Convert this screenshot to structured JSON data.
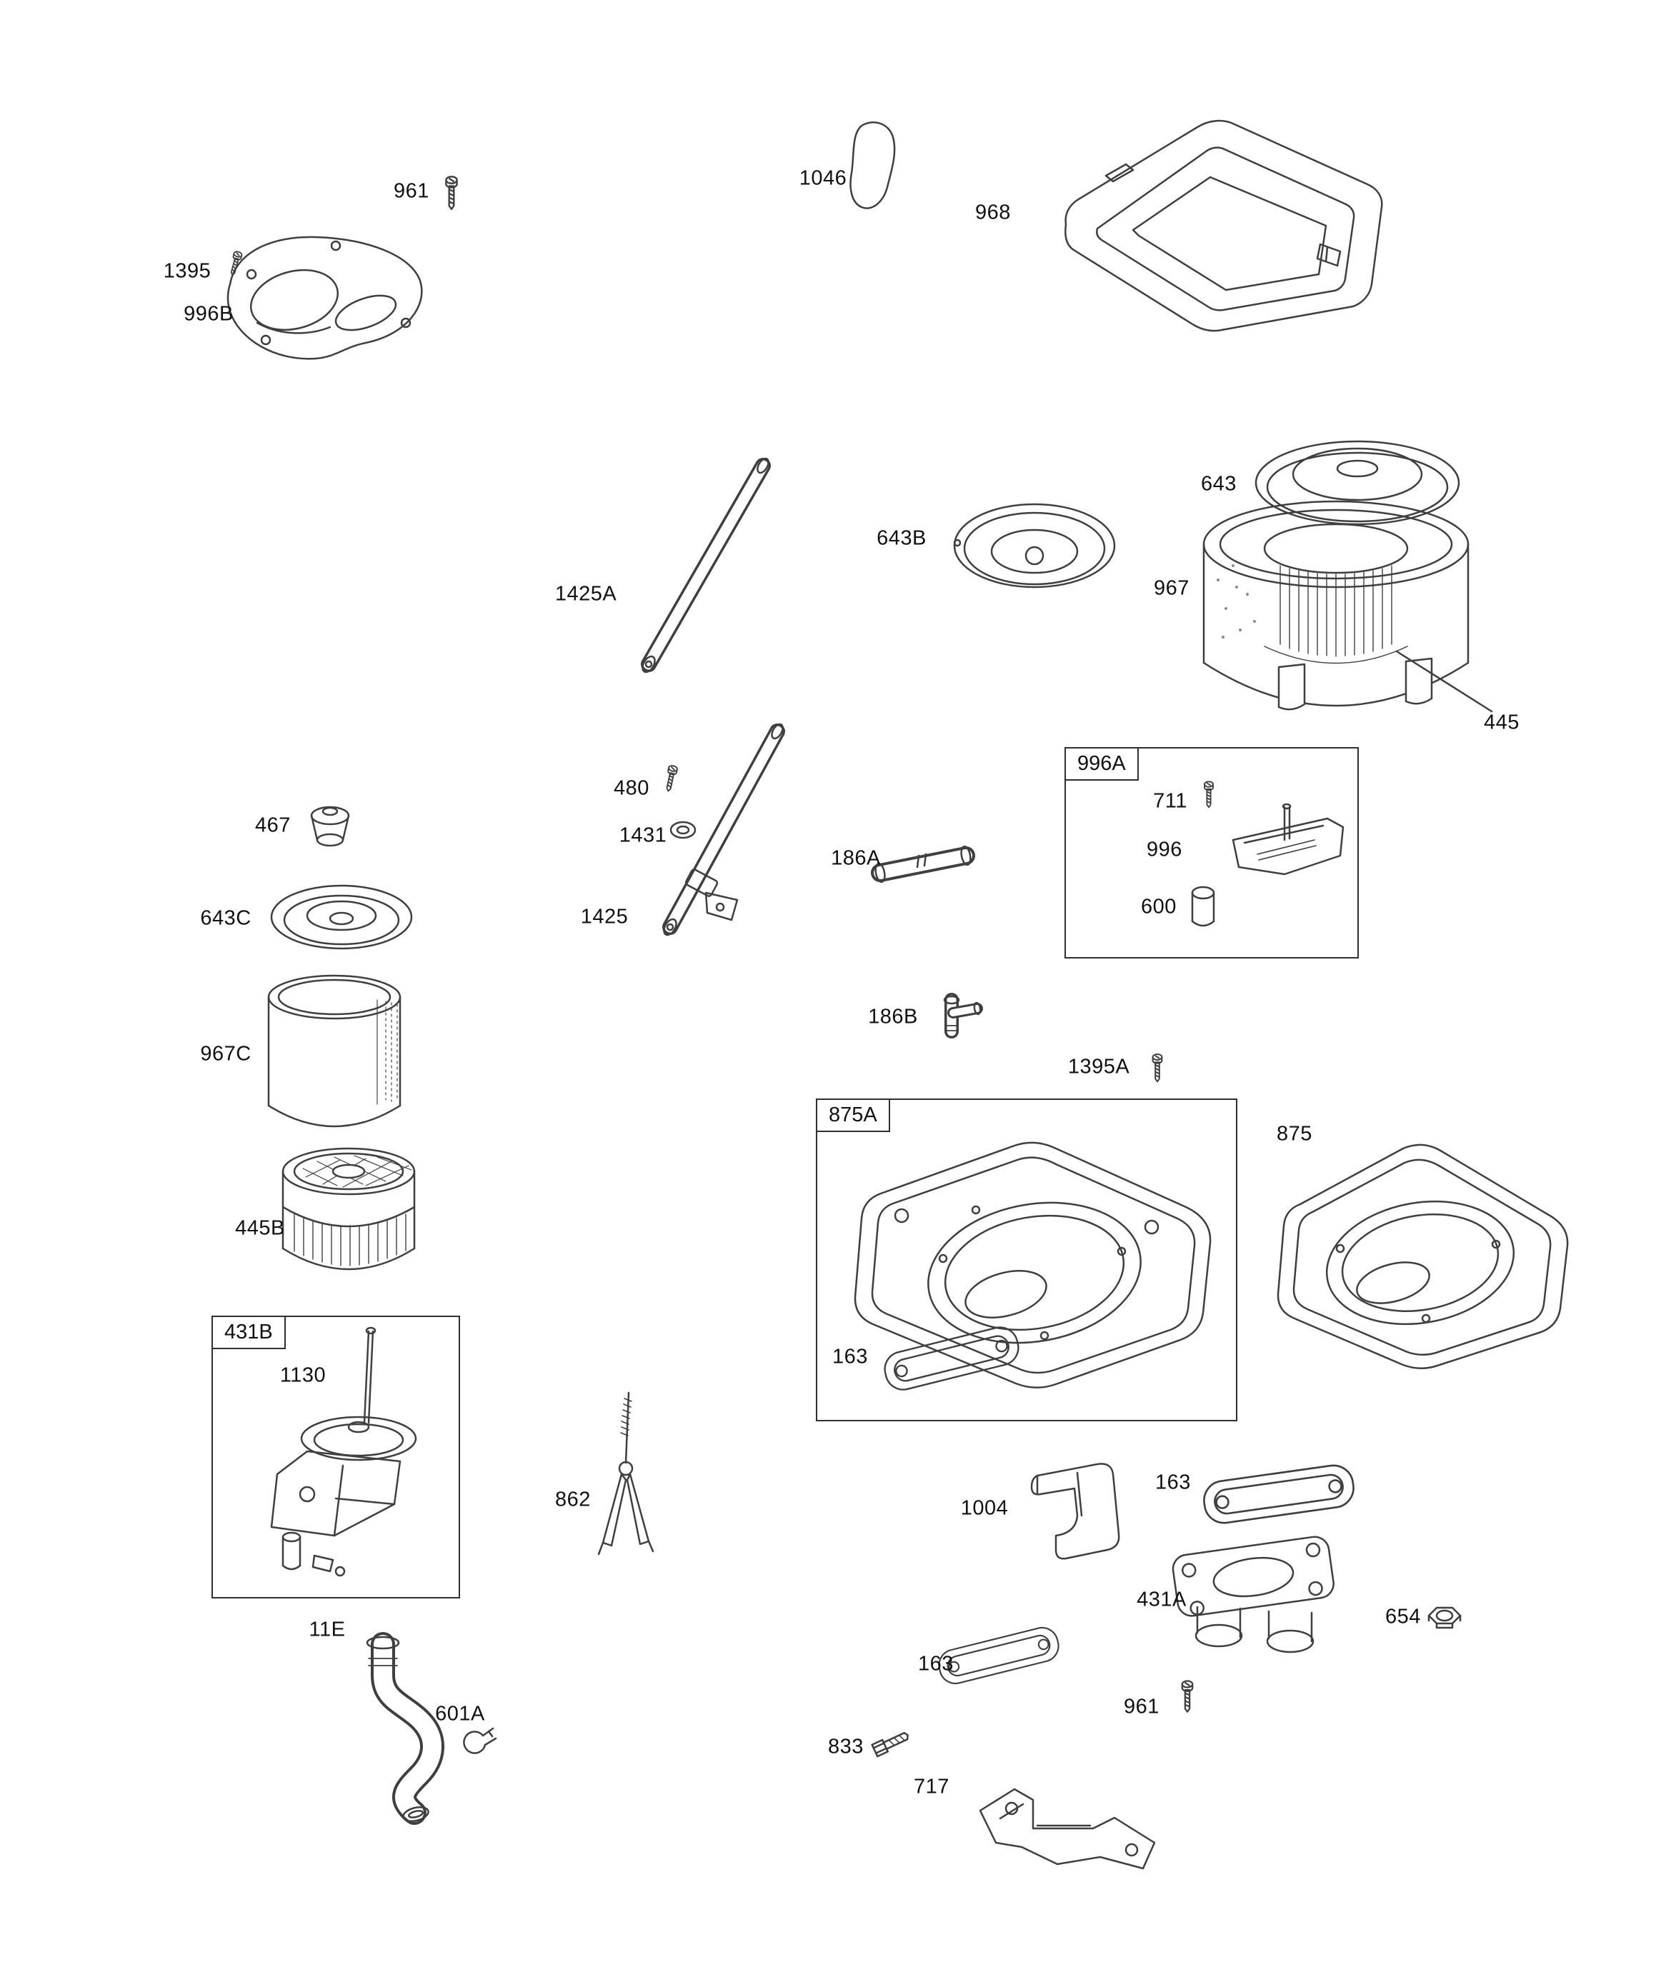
{
  "diagram": {
    "background": "#ffffff",
    "line_color": "#3f3f3f",
    "label_color": "#111111",
    "callouts": {
      "c961_top": "961",
      "c1395": "1395",
      "c996B": "996B",
      "c1046": "1046",
      "c968": "968",
      "c643": "643",
      "c643B": "643B",
      "c1425A": "1425A",
      "c967": "967",
      "c445": "445",
      "c480": "480",
      "c1431": "1431",
      "c467": "467",
      "c186A": "186A",
      "box996A": "996A",
      "c711": "711",
      "c996": "996",
      "c600": "600",
      "c643C": "643C",
      "c1425": "1425",
      "c967C": "967C",
      "c186B": "186B",
      "c1395A": "1395A",
      "box875A": "875A",
      "c875": "875",
      "c163_a": "163",
      "c445B": "445B",
      "box431B": "431B",
      "c1130": "1130",
      "c862": "862",
      "c1004": "1004",
      "c163_b": "163",
      "c431A": "431A",
      "c654": "654",
      "c163_c": "163",
      "c961_bottom": "961",
      "c11E": "11E",
      "c601A": "601A",
      "c833": "833",
      "c717": "717"
    }
  }
}
